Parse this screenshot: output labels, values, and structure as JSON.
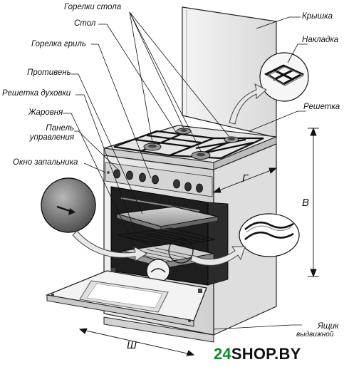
{
  "labels": {
    "gorelki_stola": "Горелки стола",
    "stol": "Стол",
    "gorelka_gril": "Горелка гриль",
    "protiven": "Противень",
    "reshetka_duhovki": "Решетка духовки",
    "zharovnya": "Жаровня",
    "panel_line1": "Панель",
    "panel_line2": "управления",
    "okno_zapalnika": "Окно запальника",
    "kryshka": "Крышка",
    "nakladka": "Накладка",
    "reshetka": "Решетка",
    "yashchik_line1": "Ящик",
    "yashchik_line2": "выдвижной"
  },
  "dimensions": {
    "width": "Ш",
    "depth": "Г",
    "height": "В"
  },
  "watermark": {
    "prefix": "24",
    "suffix": "SHOP.BY",
    "prefix_color": "#0a8a2a",
    "suffix_color": "#111111"
  }
}
